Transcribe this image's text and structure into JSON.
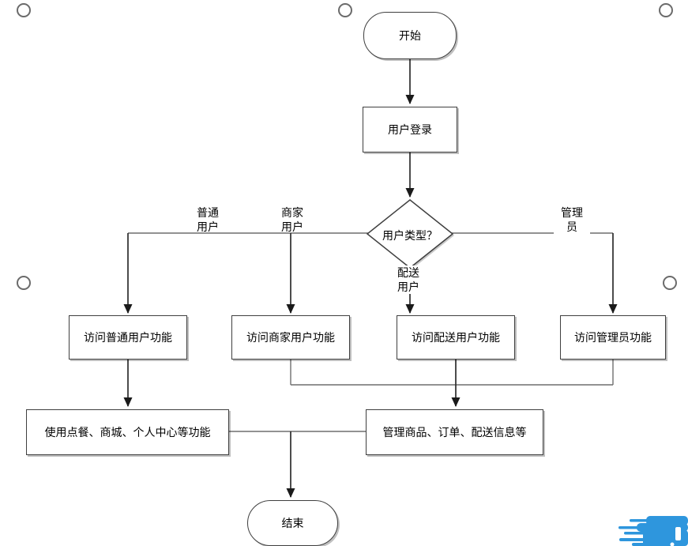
{
  "diagram": {
    "nodes": {
      "start": {
        "label": "开始"
      },
      "login": {
        "label": "用户登录"
      },
      "decision": {
        "label": "用户类型？"
      },
      "access_ordinary": {
        "label": "访问普通用户功能"
      },
      "access_merchant": {
        "label": "访问商家用户功能"
      },
      "access_delivery": {
        "label": "访问配送用户功能"
      },
      "access_admin": {
        "label": "访问管理员功能"
      },
      "use_features": {
        "label": "使用点餐、商城、个人中心等功能"
      },
      "manage_features": {
        "label": "管理商品、订单、配送信息等"
      },
      "end": {
        "label": "结束"
      }
    },
    "branch_labels": {
      "ordinary": [
        "普通",
        "用户"
      ],
      "merchant": [
        "商家",
        "用户"
      ],
      "delivery": [
        "配送",
        "用户"
      ],
      "admin": [
        "管理",
        "员"
      ]
    },
    "colors": {
      "connector_light": "#6e6e6e",
      "connector_dark": "#2d2d2d",
      "node_border": "#3f3f3f",
      "marker_circle": "#6b6b6b",
      "watermark_blue": "#2e96dd"
    }
  }
}
